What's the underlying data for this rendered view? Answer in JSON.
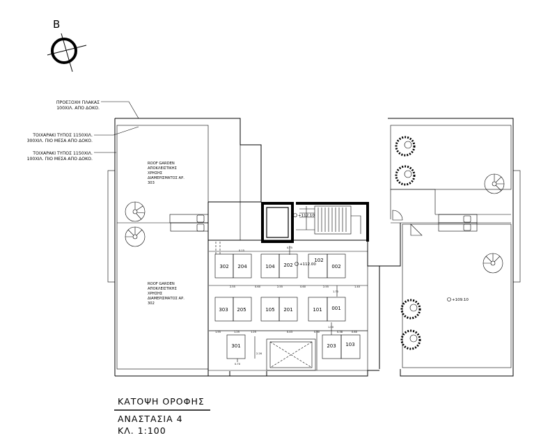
{
  "north_label": "B",
  "notes": [
    {
      "id": "slab-note",
      "lines": [
        "ΠΡΟΕΞΟΧΗ ΠΛΑΚΑΣ",
        "100ΧΙΛ. ΑΠΟ ΔΟΚΟ."
      ]
    },
    {
      "id": "wall-note-1",
      "lines": [
        "ΤΟΙΧΑΡΑΚΙ ΤΥΠΟΣ 1150ΧΙΛ.",
        "300ΧΙΛ. ΠΙΟ ΜΕΣΑ ΑΠΟ ΔΟΚΟ."
      ]
    },
    {
      "id": "wall-note-2",
      "lines": [
        "ΤΟΙΧΑΡΑΚΙ ΤΥΠΟΣ 1150ΧΙΛ.",
        "100ΧΙΛ. ΠΙΟ ΜΕΣΑ ΑΠΟ ΔΟΚΟ."
      ]
    }
  ],
  "rooms": [
    {
      "id": "roof-garden-303",
      "lines": [
        "ROOF GARDEN",
        "ΑΠΟΚΛΕΙΣΤΙΚΗΣ",
        "ΧΡΗΣΗΣ",
        "ΔΙΑΜΕΡΙΣΜΑΤΟΣ ΑΡ.",
        "303"
      ]
    },
    {
      "id": "roof-garden-302",
      "lines": [
        "ROOF GARDEN",
        "ΑΠΟΚΛΕΙΣΤΙΚΗΣ",
        "ΧΡΗΣΗΣ",
        "ΔΙΑΜΕΡΙΣΜΑΤΟΣ ΑΡ.",
        "302"
      ]
    }
  ],
  "units": [
    "302",
    "204",
    "104",
    "202",
    "102",
    "002",
    "303",
    "205",
    "105",
    "201",
    "101",
    "001",
    "301",
    "203",
    "103"
  ],
  "levels": [
    "+112.10",
    "+112.00",
    "+109.10"
  ],
  "dimensions": [
    "0.15",
    "0.75",
    "2.55",
    "0.60",
    "2.55",
    "0.60",
    "2.55",
    "1.40",
    "1.70",
    "1.55",
    "1.25",
    "1.25",
    "0.43",
    "0.30",
    "0.38",
    "0.60",
    "1.00",
    "2.26",
    "0.70"
  ],
  "title": {
    "line1": "ΚΑΤΟΨΗ ΟΡΟΦΗΣ",
    "line2": "ΑΝΑΣΤΑΣΙΑ 4",
    "line3": "ΚΛ. 1:100"
  }
}
